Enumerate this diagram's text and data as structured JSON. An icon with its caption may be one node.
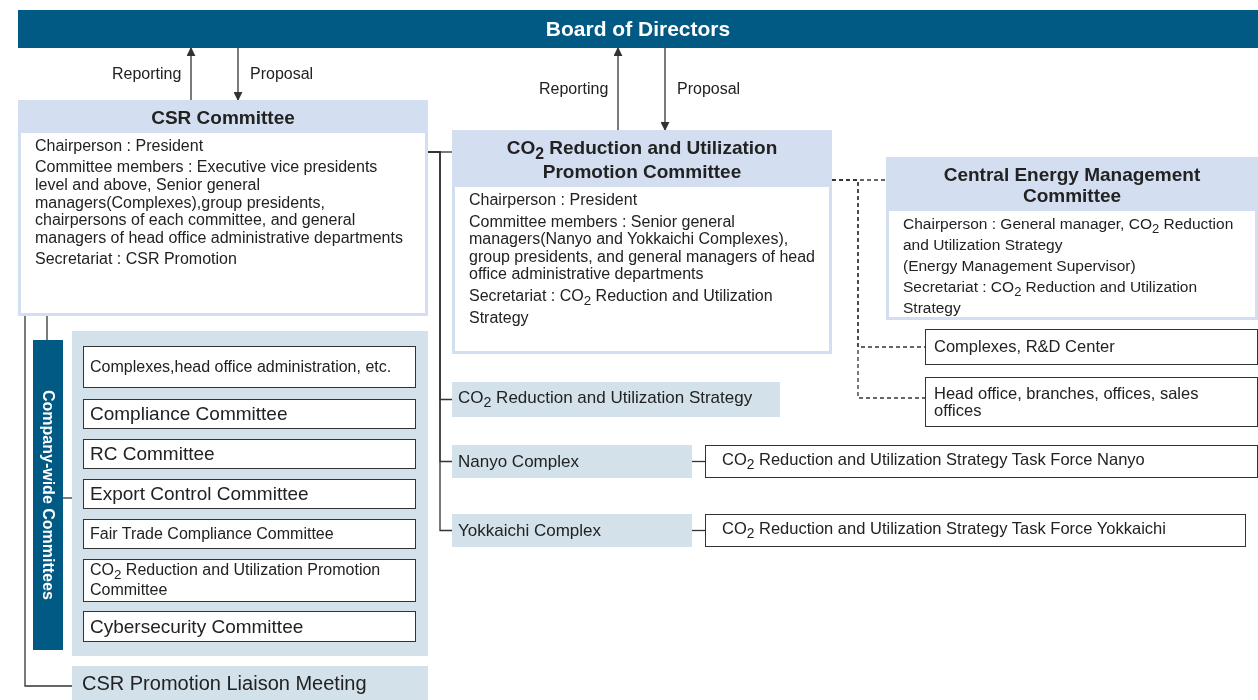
{
  "diagram": {
    "nodes": [
      {
        "text": [
          "Board of Directors"
        ]
      },
      {
        "text": [
          "CSR Committee",
          "Chairperson : President",
          "Committee members : Executive vice presidents level and above, Senior general managers(Complexes),group presidents, chairpersons of each committee, and general managers of head office administrative departments",
          "Secretariat : CSR Promotion"
        ]
      },
      {
        "text": [
          "Company-wide Committees"
        ]
      },
      {
        "text": [],
        "shape": "box"
      },
      {
        "text": [
          "Complexes,head office administration, etc."
        ],
        "in": 3
      },
      {
        "text": [
          "Compliance Committee"
        ],
        "in": 3
      },
      {
        "text": [
          "RC Committee"
        ],
        "in": 3
      },
      {
        "text": [
          "Export Control Committee"
        ],
        "in": 3
      },
      {
        "text": [
          "Fair Trade Compliance Committee"
        ],
        "in": 3
      },
      {
        "text": [
          "CO$_{2}$ Reduction and Utilization Promotion Committee"
        ],
        "in": 3
      },
      {
        "text": [
          "Cybersecurity Committee"
        ],
        "in": 3
      },
      {
        "text": [
          "CSR Promotion Liaison Meeting"
        ]
      },
      {
        "text": [
          "CO$_{2}$ Reduction and Utilization Promotion Committee",
          "Chairperson : President",
          "Committee members : Senior general managers(Nanyo and Yokkaichi Complexes), group presidents, and general managers of head office administrative departments",
          "Secretariat : CO$_{2}$ Reduction and Utilization Strategy"
        ]
      },
      {
        "text": [
          "Central Energy Management Committee",
          "Chairperson : General manager, CO$_{2}$ Reduction and Utilization Strategy",
          "(Energy Management Supervisor)",
          "Secretariat : CO$_{2}$ Reduction and Utilization Strategy"
        ]
      },
      {
        "text": [
          "Complexes, R&D Center"
        ]
      },
      {
        "text": [
          "Head office, branches, offices, sales offices"
        ]
      },
      {
        "text": [
          "CO$_{2}$ Reduction and Utilization Strategy"
        ]
      },
      {
        "text": [
          "Nanyo Complex"
        ]
      },
      {
        "text": [
          "CO$_{2}$ Reduction and Utilization Strategy Task Force Nanyo"
        ]
      },
      {
        "text": [
          "Yokkaichi Complex"
        ]
      },
      {
        "text": [
          "CO$_{2}$ Reduction and Utilization Strategy Task Force Yokkaichi"
        ]
      }
    ],
    "edges": [
      {
        "from": 1,
        "to": 0,
        "arrow": "to",
        "label": "Reporting"
      },
      {
        "from": 0,
        "to": 1,
        "arrow": "to",
        "label": "Proposal"
      },
      {
        "from": 12,
        "to": 0,
        "arrow": "to",
        "label": "Reporting"
      },
      {
        "from": 0,
        "to": 12,
        "arrow": "to",
        "label": "Proposal"
      },
      {
        "from": 1,
        "to": 12,
        "arrow": "none"
      },
      {
        "from": 1,
        "to": 16,
        "arrow": "none"
      },
      {
        "from": 1,
        "to": 17,
        "arrow": "none"
      },
      {
        "from": 1,
        "to": 19,
        "arrow": "none"
      },
      {
        "from": 1,
        "to": 2,
        "arrow": "none"
      },
      {
        "from": 1,
        "to": 11,
        "arrow": "none"
      },
      {
        "from": 2,
        "to": 3,
        "arrow": "none"
      },
      {
        "from": 12,
        "to": 13,
        "arrow": "none",
        "style": "dashed"
      },
      {
        "from": 12,
        "to": 14,
        "arrow": "none",
        "style": "dashed"
      },
      {
        "from": 12,
        "to": 15,
        "arrow": "none",
        "style": "dashed"
      },
      {
        "from": 17,
        "to": 18,
        "arrow": "none"
      },
      {
        "from": 19,
        "to": 20,
        "arrow": "none"
      }
    ]
  }
}
